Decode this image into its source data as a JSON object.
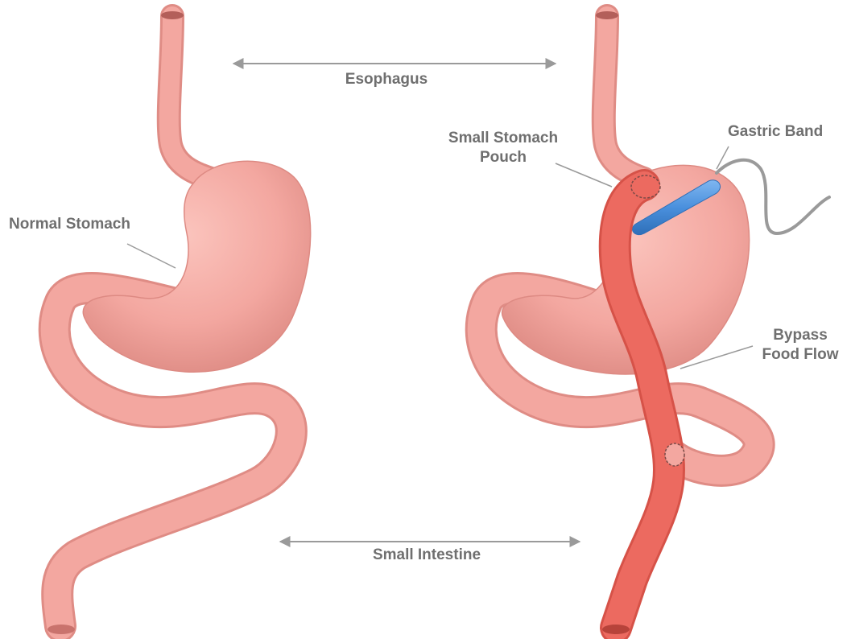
{
  "labels": {
    "esophagus": "Esophagus",
    "small_intestine": "Small Intestine",
    "normal_stomach": "Normal Stomach",
    "small_stomach_pouch_line1": "Small Stomach",
    "small_stomach_pouch_line2": "Pouch",
    "gastric_band": "Gastric Band",
    "bypass_line1": "Bypass",
    "bypass_line2": "Food Flow"
  },
  "colors": {
    "organ": "#f3a7a0",
    "organ_shadow": "#e08c86",
    "bypass_limb": "#ec6a60",
    "band": "#4a90dd",
    "tube": "#9a9a9a",
    "label_text": "#6f6f6f",
    "arrow": "#9a9a9a"
  }
}
